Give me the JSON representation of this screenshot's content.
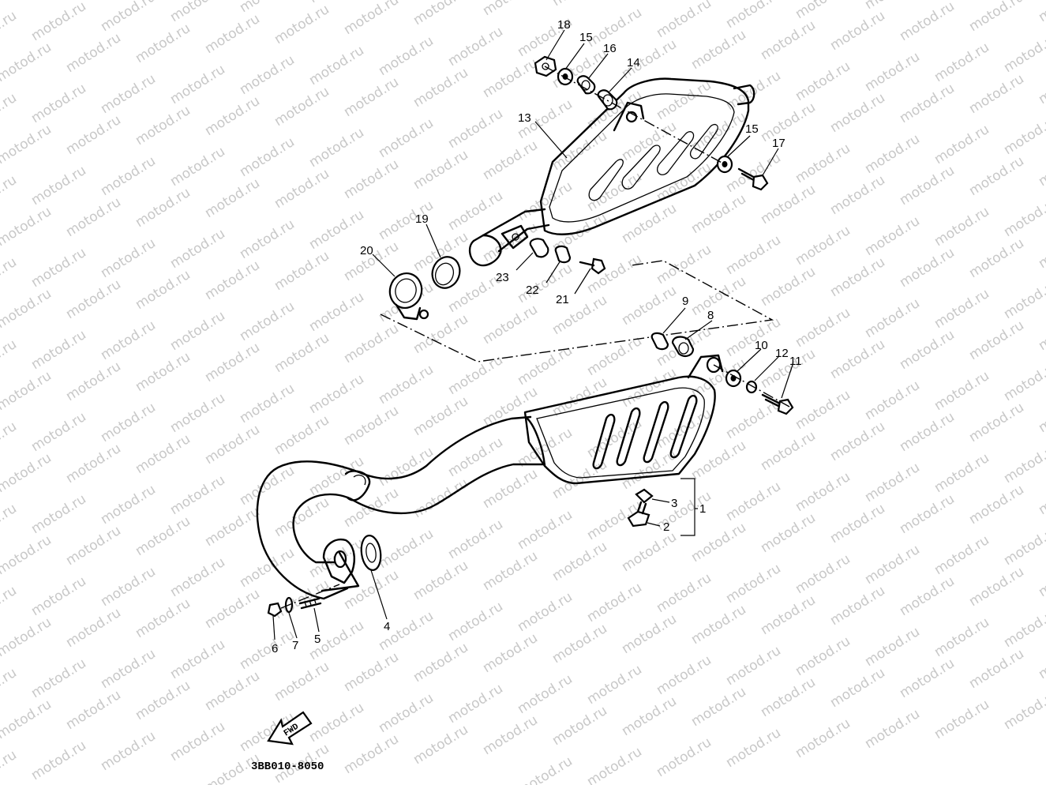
{
  "watermark": {
    "text": "motod.ru"
  },
  "diagram": {
    "code": "3BB010-8050",
    "fwd_label": "FWD",
    "part_labels": [
      {
        "id": "p18",
        "text": "18"
      },
      {
        "id": "p15a",
        "text": "15"
      },
      {
        "id": "p16",
        "text": "16"
      },
      {
        "id": "p14",
        "text": "14"
      },
      {
        "id": "p13",
        "text": "13"
      },
      {
        "id": "p15b",
        "text": "15"
      },
      {
        "id": "p17",
        "text": "17"
      },
      {
        "id": "p19",
        "text": "19"
      },
      {
        "id": "p20",
        "text": "20"
      },
      {
        "id": "p23",
        "text": "23"
      },
      {
        "id": "p22",
        "text": "22"
      },
      {
        "id": "p21",
        "text": "21"
      },
      {
        "id": "p9",
        "text": "9"
      },
      {
        "id": "p8",
        "text": "8"
      },
      {
        "id": "p10",
        "text": "10"
      },
      {
        "id": "p12",
        "text": "12"
      },
      {
        "id": "p11",
        "text": "11"
      },
      {
        "id": "p3",
        "text": "3"
      },
      {
        "id": "p1",
        "text": "1"
      },
      {
        "id": "p2",
        "text": "2"
      },
      {
        "id": "p4",
        "text": "4"
      },
      {
        "id": "p5",
        "text": "5"
      },
      {
        "id": "p6",
        "text": "6"
      },
      {
        "id": "p7",
        "text": "7"
      }
    ]
  }
}
